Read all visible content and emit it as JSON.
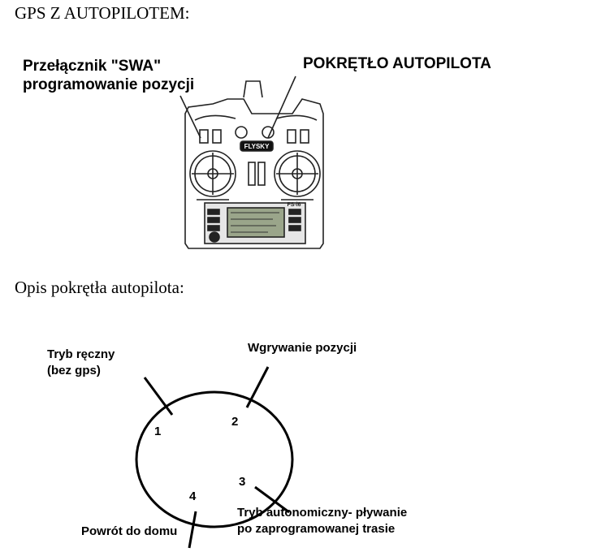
{
  "header": {
    "title": "GPS Z AUTOPILOTEM:"
  },
  "callouts": {
    "swa_line1": "Przełącznik \"SWA\"",
    "swa_line2": "programowanie pozycji",
    "pokretlo": "POKRĘTŁO AUTOPILOTA"
  },
  "transmitter": {
    "brand": "FLYSKY",
    "model": "FS-i6"
  },
  "section": {
    "title": "Opis pokrętła autopilota:"
  },
  "dial": {
    "manual_line1": "Tryb ręczny",
    "manual_line2": "(bez gps)",
    "upload": "Wgrywanie pozycji",
    "auto_line1": "Tryb autonomiczny- pływanie",
    "auto_line2": "po zaprogramowanej  trasie",
    "home": "Powrót do domu",
    "positions": [
      "1",
      "2",
      "3",
      "4"
    ]
  }
}
